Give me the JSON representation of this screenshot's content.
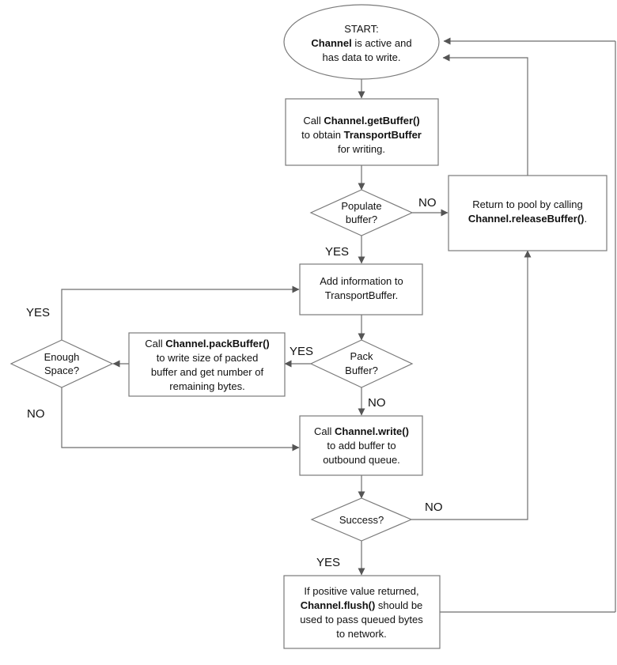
{
  "nodes": {
    "start": {
      "line1": "START:",
      "line2_bold": "Channel",
      "line2_rest": " is active and",
      "line3": "has data to write."
    },
    "get_buffer": {
      "line1_pre": "Call ",
      "line1_bold": "Channel.getBuffer()",
      "line2_pre": "to obtain ",
      "line2_bold": "TransportBuffer",
      "line3": "for writing."
    },
    "populate": {
      "line1": "Populate",
      "line2": "buffer?"
    },
    "release": {
      "line1": "Return to pool by calling",
      "line2_bold": "Channel.releaseBuffer()",
      "line2_rest": "."
    },
    "add_info": {
      "line1": "Add information to",
      "line2": "TransportBuffer."
    },
    "pack": {
      "line1": "Pack",
      "line2": "Buffer?"
    },
    "pack_buffer": {
      "line1_pre": "Call ",
      "line1_bold": "Channel.packBuffer()",
      "line2": "to write size of packed",
      "line3": "buffer and get number of",
      "line4": "remaining bytes."
    },
    "enough": {
      "line1": "Enough",
      "line2": "Space?"
    },
    "write": {
      "line1_pre": "Call ",
      "line1_bold": "Channel.write()",
      "line2": "to add buffer to",
      "line3": "outbound queue."
    },
    "success": {
      "line1": "Success?"
    },
    "flush": {
      "line1": "If positive value returned,",
      "line2_bold": "Channel.flush()",
      "line2_rest": " should be",
      "line3": "used to pass queued bytes",
      "line4": "to network."
    }
  },
  "labels": {
    "populate_no": "NO",
    "populate_yes": "YES",
    "enough_yes": "YES",
    "pack_yes": "YES",
    "enough_no": "NO",
    "pack_no": "NO",
    "success_no": "NO",
    "success_yes": "YES"
  },
  "colors": {
    "stroke": "#7a7a7a",
    "text": "#111111",
    "background": "#ffffff"
  }
}
